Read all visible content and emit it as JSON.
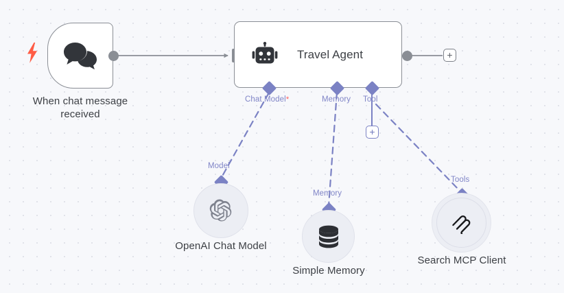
{
  "canvas": {
    "background_color": "#f7f8fb",
    "grid_dot_color": "#d8dae3",
    "accent_purple": "#7b82c4",
    "connector_gray": "#8a8e95",
    "trigger_bolt_color": "#ff5c45"
  },
  "nodes": {
    "chat_trigger": {
      "caption": "When chat message received",
      "icon": "chat-bubbles-icon",
      "trigger_icon": "lightning-bolt-icon"
    },
    "agent": {
      "title": "Travel Agent",
      "icon": "robot-icon",
      "input_port": "main-input-port",
      "output_port": "main-output-port",
      "sub_ports": [
        {
          "label": "Chat Model",
          "required": true,
          "required_marker": "*"
        },
        {
          "label": "Memory",
          "required": false,
          "required_marker": ""
        },
        {
          "label": "Tool",
          "required": false,
          "required_marker": ""
        }
      ]
    },
    "chat_model": {
      "caption": "OpenAI Chat Model",
      "port_label": "Model",
      "icon": "openai-logo-icon"
    },
    "memory": {
      "caption": "Simple Memory",
      "port_label": "Memory",
      "icon": "database-stack-icon"
    },
    "tool": {
      "caption": "Search MCP Client",
      "port_label": "Tools",
      "icon": "mcp-logo-icon"
    }
  },
  "buttons": {
    "add_after_agent": {
      "label": "+",
      "name": "add-node-after-agent"
    },
    "add_tool": {
      "label": "+",
      "name": "add-tool-node"
    }
  }
}
